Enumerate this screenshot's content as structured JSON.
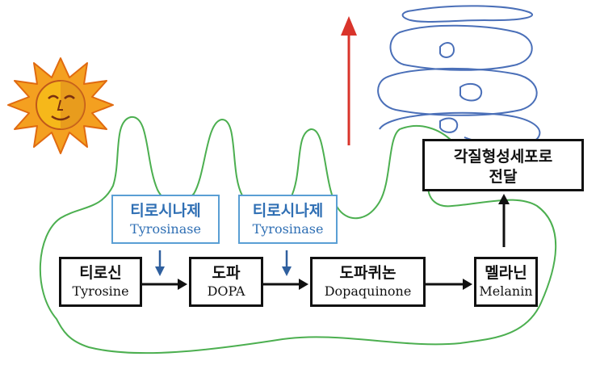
{
  "enzymes": [
    {
      "ko": "티로시나제",
      "en": "Tyrosinase"
    },
    {
      "ko": "티로시나제",
      "en": "Tyrosinase"
    }
  ],
  "steps": [
    {
      "ko": "티로신",
      "en": "Tyrosine"
    },
    {
      "ko": "도파",
      "en": "DOPA"
    },
    {
      "ko": "도파퀴논",
      "en": "Dopaquinone"
    },
    {
      "ko": "멜라닌",
      "en": "Melanin"
    }
  ],
  "transfer": {
    "line1": "각질형성세포로",
    "line2": "전달"
  },
  "colors": {
    "cell_outline": "#4caf50",
    "keratinocyte_outline": "#4a6fb8",
    "enzyme_border": "#5a9fd4",
    "enzyme_text": "#2f6fb4",
    "uv_arrow": "#d9342b",
    "sun_rays": "#f4a020",
    "sun_face": "#f6b81a"
  }
}
